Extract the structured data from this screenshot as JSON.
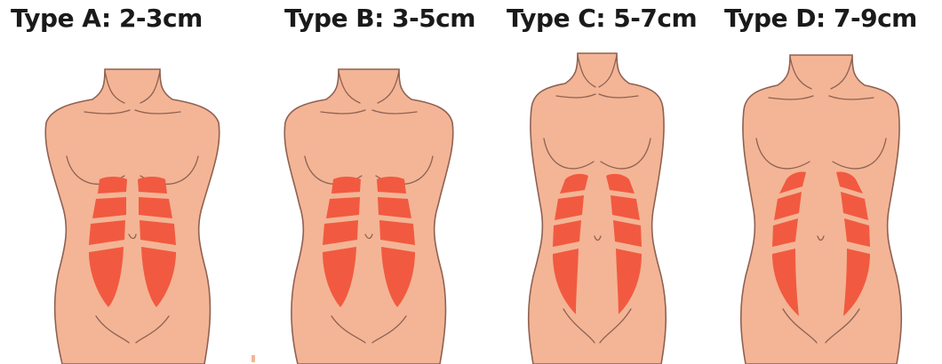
{
  "figures": [
    {
      "label": "Type A: 2-3cm",
      "type": "A",
      "gap_cm": "2-3"
    },
    {
      "label": "Type B: 3-5cm",
      "type": "B",
      "gap_cm": "3-5"
    },
    {
      "label": "Type C: 5-7cm",
      "type": "C",
      "gap_cm": "5-7"
    },
    {
      "label": "Type D: 7-9cm",
      "type": "D",
      "gap_cm": "7-9"
    }
  ],
  "colors": {
    "skin": "#f3b596",
    "outline": "#8f6152",
    "muscle": "#f15a40",
    "text": "#1a1a1a"
  }
}
